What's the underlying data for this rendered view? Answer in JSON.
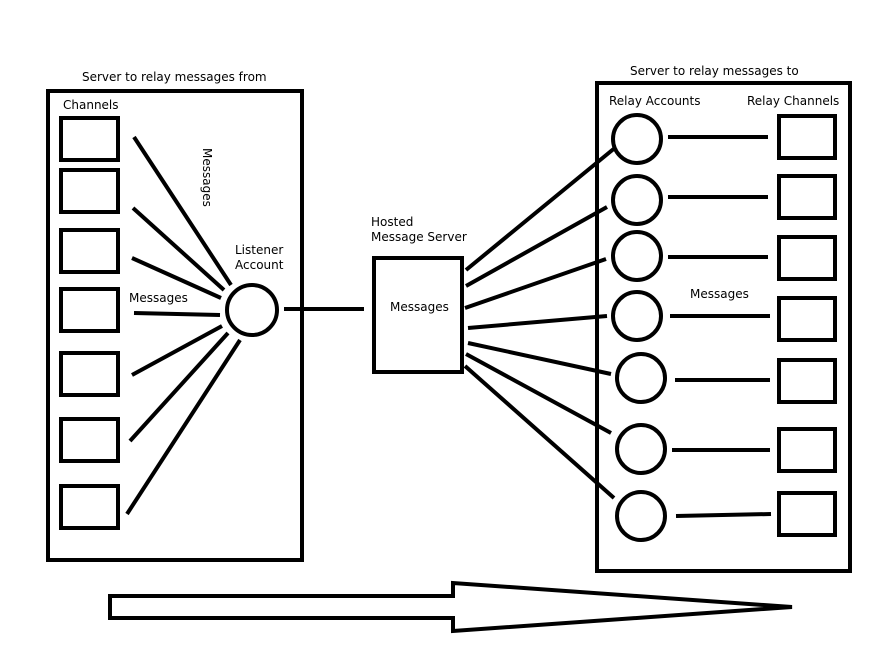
{
  "labels": {
    "left_server_title": "Server to relay messages from",
    "channels": "Channels",
    "messages_vertical": "Messages",
    "listener_line1": "Listener",
    "listener_line2": "Account",
    "messages_left": "Messages",
    "hosted_line1": "Hosted",
    "hosted_line2": "Message Server",
    "hosted_messages": "Messages",
    "right_server_title": "Server to relay messages to",
    "relay_accounts": "Relay Accounts",
    "relay_channels": "Relay Channels",
    "messages_right": "Messages"
  },
  "counts": {
    "left_channels": 7,
    "relay_accounts": 7,
    "relay_channels": 7
  },
  "colors": {
    "stroke": "#000000",
    "background": "#ffffff"
  }
}
